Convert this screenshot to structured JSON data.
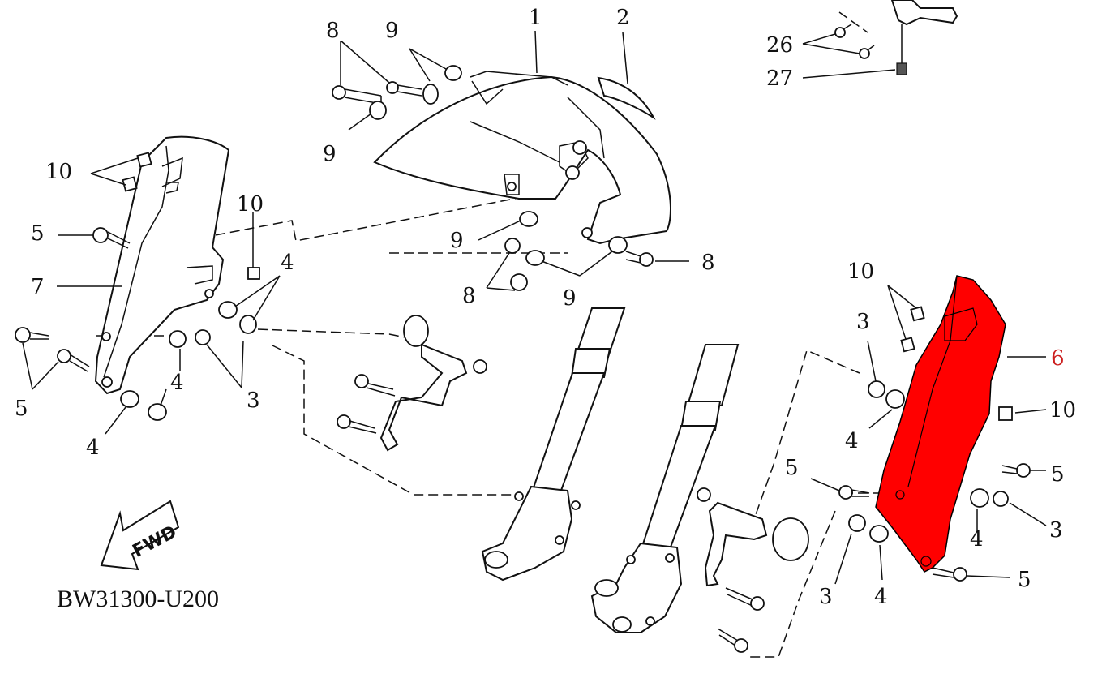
{
  "diagram_code": "BW31300-U200",
  "fwd_label": "FWD",
  "highlight_color": "#ff0000",
  "callouts": {
    "c1": "1",
    "c2": "2",
    "c8a": "8",
    "c9a": "9",
    "c9b": "9",
    "c26": "26",
    "c27": "27",
    "c10a": "10",
    "c10b": "10",
    "c5a": "5",
    "c7": "7",
    "c4a": "4",
    "c5b": "5",
    "c4b": "4",
    "c3a": "3",
    "c4c": "4",
    "c9c": "9",
    "c8b": "8",
    "c8c": "8",
    "c9d": "9",
    "c10c": "10",
    "c3b": "3",
    "c6": "6",
    "c4d": "4",
    "c10d": "10",
    "c5c": "5",
    "c5d": "5",
    "c3c": "3",
    "c4e": "4",
    "c3d": "3",
    "c4f": "4",
    "c5e": "5"
  }
}
